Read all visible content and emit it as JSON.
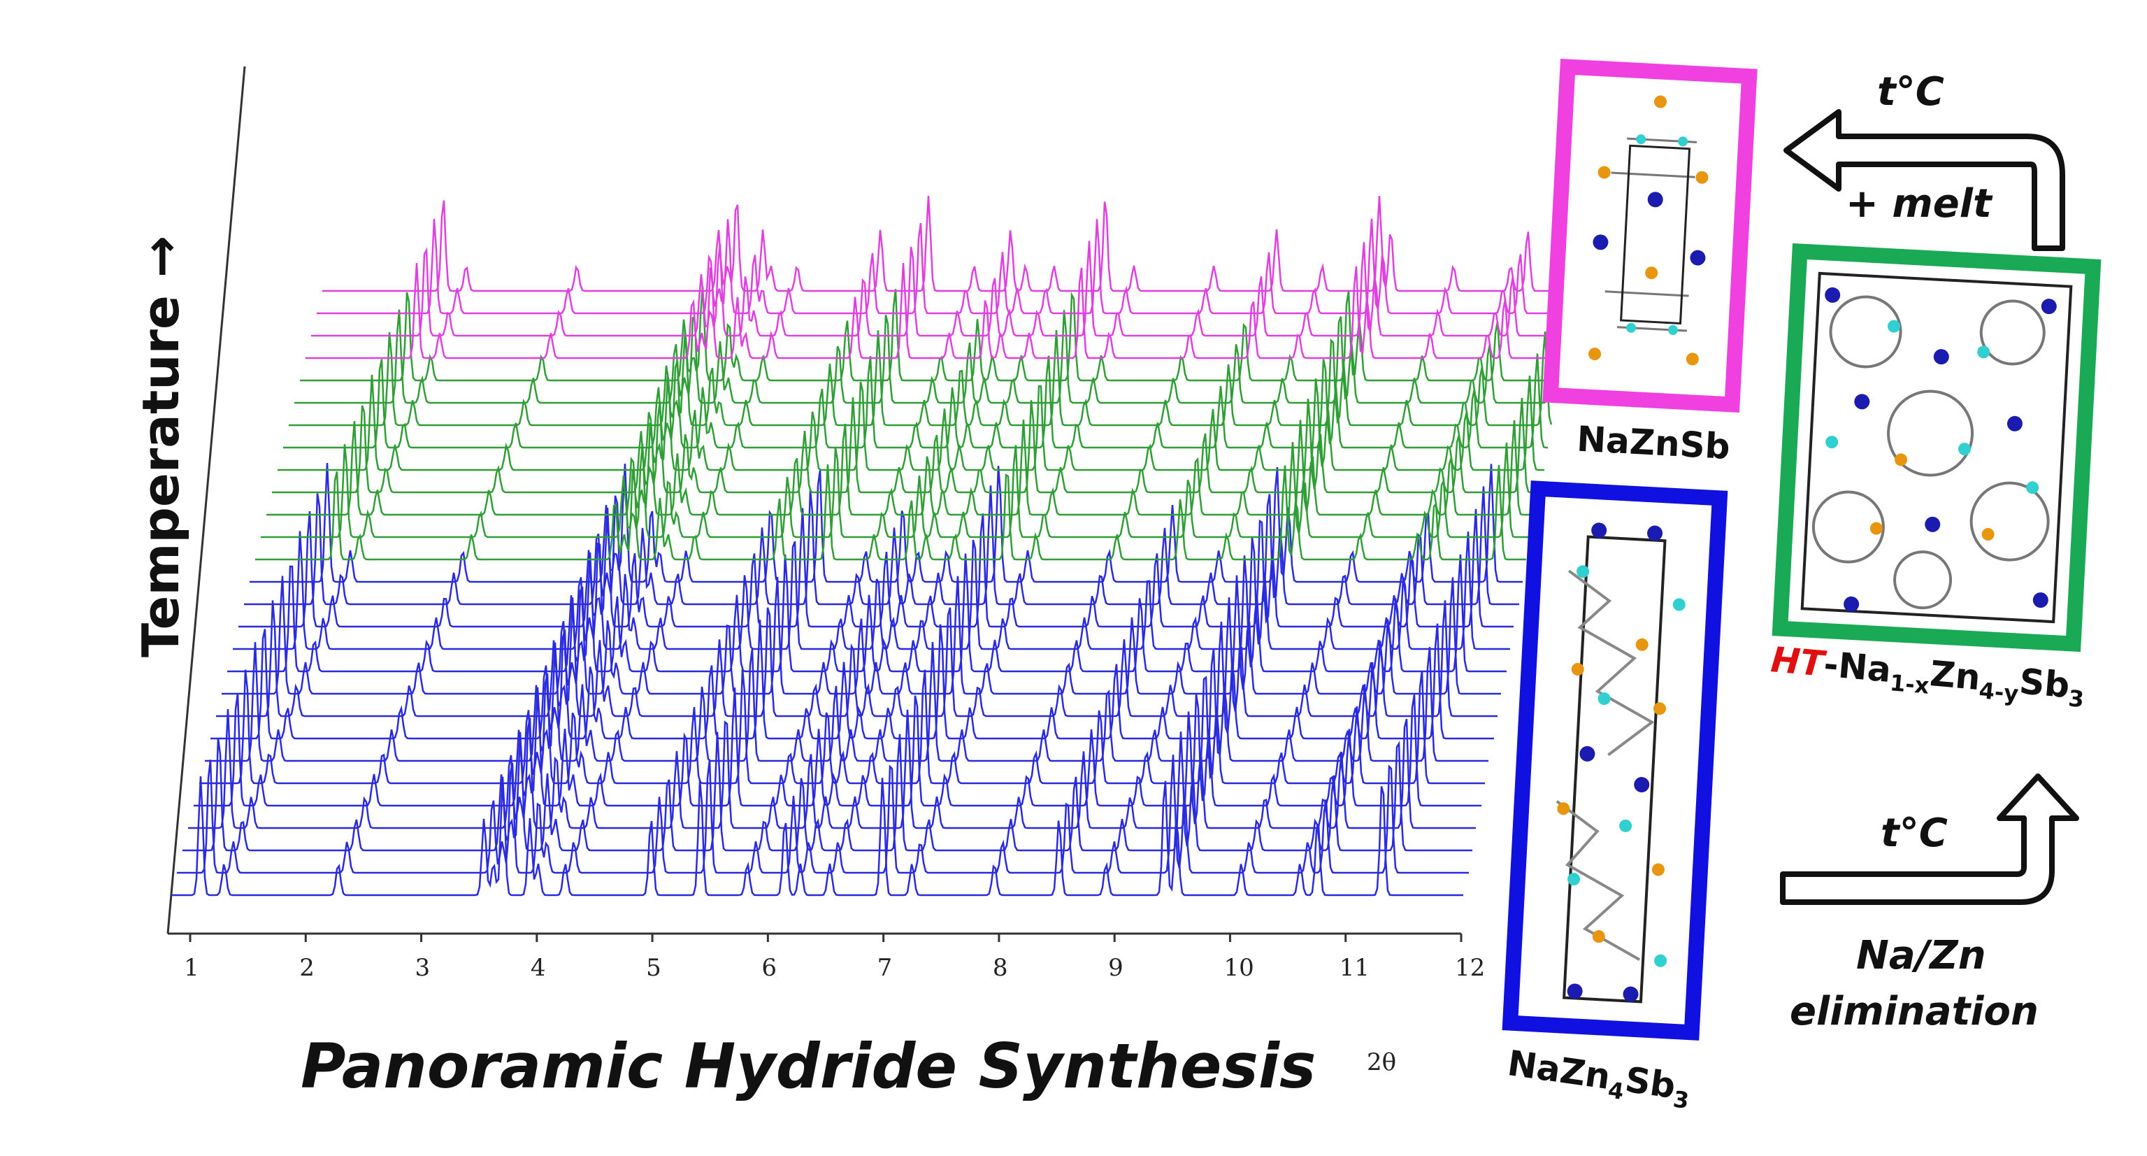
{
  "title": "Panoramic Hydride Synthesis",
  "axes": {
    "x_label": "2θ",
    "x_ticks": [
      "1",
      "2",
      "3",
      "4",
      "5",
      "6",
      "7",
      "8",
      "9",
      "10",
      "11",
      "12"
    ],
    "y_label": "Temperature →"
  },
  "series_groups": [
    {
      "name": "NaZn4Sb3",
      "color": "#2a2ae0",
      "count": 15
    },
    {
      "name": "HT-Na1-xZn4-ySb3",
      "color": "#2e9e35",
      "count": 9
    },
    {
      "name": "NaZnSb",
      "color": "#e040e0",
      "count": 4
    }
  ],
  "peaks_2theta": [
    1.25,
    1.45,
    2.42,
    3.66,
    3.74,
    3.82,
    4.05,
    4.12,
    4.35,
    5.08,
    5.5,
    5.9,
    6.22,
    6.35,
    6.6,
    7.05,
    7.3,
    8.0,
    8.55,
    8.95,
    9.45,
    9.55,
    10.1,
    10.6,
    10.75,
    11.3
  ],
  "structures": {
    "nazn4sb3": {
      "label": "NaZn",
      "sub1": "4",
      "mid": "Sb",
      "sub2": "3",
      "color": "#1010e0"
    },
    "ht": {
      "prefix": "HT",
      "prefix_color": "#e01010",
      "label": "-Na",
      "sub1": "1-x",
      "mid": "Zn",
      "sub2": "4-y",
      "end": "Sb",
      "sub3": "3",
      "color": "#1aaa55"
    },
    "naznsb": {
      "label": "NaZnSb",
      "color": "#f040e0"
    }
  },
  "arrows": {
    "top": {
      "line1": "t°C",
      "line2": "+ melt"
    },
    "bottom": {
      "line1": "t°C",
      "line2": "Na/Zn",
      "line3": "elimination"
    }
  }
}
